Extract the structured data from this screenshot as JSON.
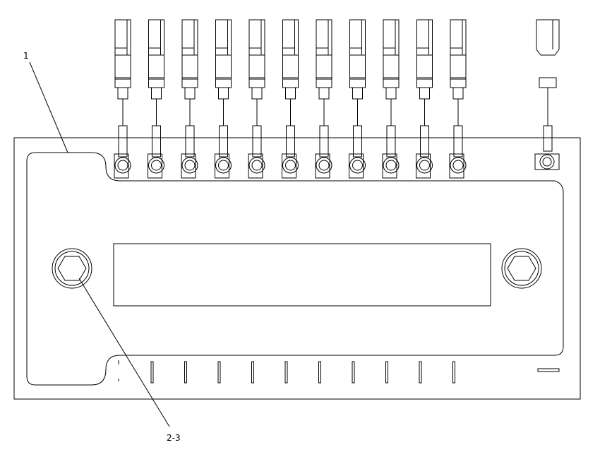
{
  "diagram": {
    "callouts": [
      {
        "id": "callout-1",
        "label": "1"
      },
      {
        "id": "callout-2-3",
        "label": "2-3"
      }
    ],
    "terminal_count": 11,
    "extra_terminal_count": 1,
    "bottom_slot_count": 10,
    "line_color": "#000000",
    "background_color": "#ffffff"
  }
}
